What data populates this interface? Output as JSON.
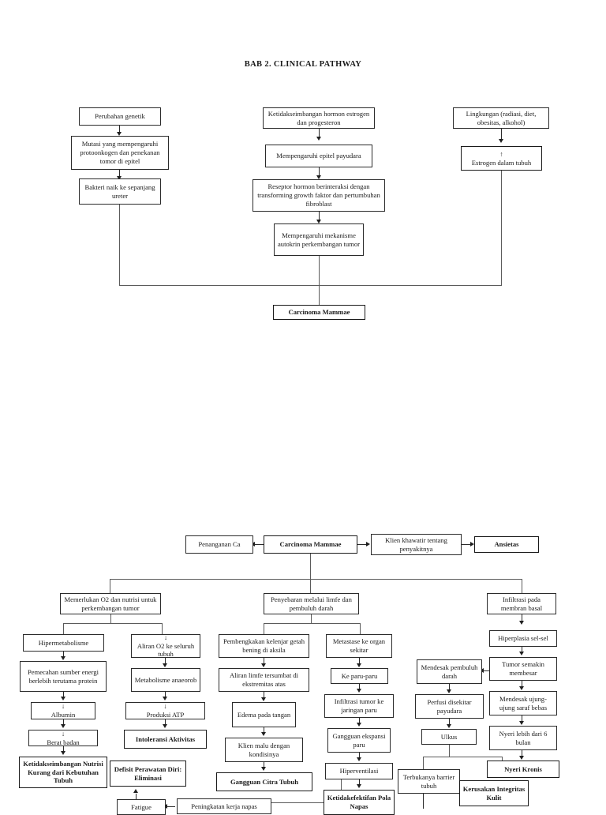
{
  "document": {
    "title": "BAB 2. CLINICAL PATHWAY"
  },
  "diagram_top": {
    "name": "etiology-pathway",
    "nodes": {
      "genetic": "Perubahan genetik",
      "mutation": "Mutasi yang mempengaruhi protoonkogen dan penekanan tomor di epitel",
      "bacteria": "Bakteri naik ke sepanjang ureter",
      "hormone_imbalance": "Ketidakseimbangan hormon estrogen dan progesteron",
      "epithelium": "Mempengaruhi epitel payudara",
      "receptor": "Reseptor hormon berinteraksi dengan transforming growth faktor dan pertumbuhan fibroblast",
      "autokrin": "Mempengaruhi mekanisme autokrin perkembangan tumor",
      "environment": "Lingkungan (radiasi, diet, obesitas, alkohol)",
      "estrogen_arrow": "↑",
      "estrogen": "Estrogen dalam tubuh",
      "carcinoma": "Carcinoma Mammae"
    }
  },
  "diagram_bottom": {
    "name": "nursing-problem-pathway",
    "nodes": {
      "carcinoma": "Carcinoma Mammae",
      "penanganan": "Penanganan Ca",
      "khawatir": "Klien khawatir tentang penyakitnya",
      "ansietas": "Ansietas",
      "memerlukan_o2": "Memerlukan O2 dan nutrisi untuk perkembangan tumor",
      "penyebaran": "Penyebaran melalui limfe dan pembuluh darah",
      "infiltrasi_basal": "Infiltrasi pada membran basal",
      "hipermetabolisme": "Hipermetabolisme",
      "pemecahan": "Pemecahan sumber energi berlebih terutama protein",
      "albumin_arrow": "↓",
      "albumin": "Albumin",
      "berat_badan_arrow": "↓",
      "berat_badan": "Berat badan",
      "ketidakseimbangan_nutrisi": "Ketidakseimbangan Nutrisi Kurang dari Kebutuhan Tubuh",
      "aliran_o2_arrow": "↓",
      "aliran_o2": "Aliran O2 ke seluruh tubuh",
      "metabolisme": "Metabolisme anaeorob",
      "atp_arrow": "↓",
      "atp": "Produksi ATP",
      "intoleransi": "Intoleransi Aktivitas",
      "defisit": "Defisit Perawatan Diri: Eliminasi",
      "fatigue": "Fatigue",
      "pembengkakan": "Pembengkakan kelenjar getah bening di aksila",
      "aliran_limfe": "Aliran limfe tersumbat di ekstremitas atas",
      "edema": "Edema pada tangan",
      "klien_malu": "Klien malu dengan kondisinya",
      "gangguan_citra": "Gangguan Citra Tubuh",
      "metastase": "Metastase ke organ sekitar",
      "paru": "Ke paru-paru",
      "infiltrasi_paru": "Infiltrasi tumor ke jaringan paru",
      "gangguan_ekspansi": "Gangguan ekspansi paru",
      "hiperventilasi": "Hiperventilasi",
      "ketidakefektifan_napas": "Ketidakefektifan Pola Napas",
      "peningkatan_kerja_napas": "Peningkatan kerja napas",
      "mendesak_pembuluh": "Mendesak pembuluh darah",
      "perfusi": "Perfusi disekitar payudara",
      "ulkus": "Ulkus",
      "terbukanya_barrier": "Terbukanya barrier tubuh",
      "kerusakan_integritas": "Kerusakan Integritas Kulit",
      "hiperplasia": "Hiperplasia sel-sel",
      "tumor_membesar": "Tumor semakin membesar",
      "mendesak_saraf": "Mendesak ujung-ujung saraf bebas",
      "nyeri_6_bulan": "Nyeri lebih dari 6 bulan",
      "nyeri_kronis": "Nyeri Kronis"
    }
  }
}
